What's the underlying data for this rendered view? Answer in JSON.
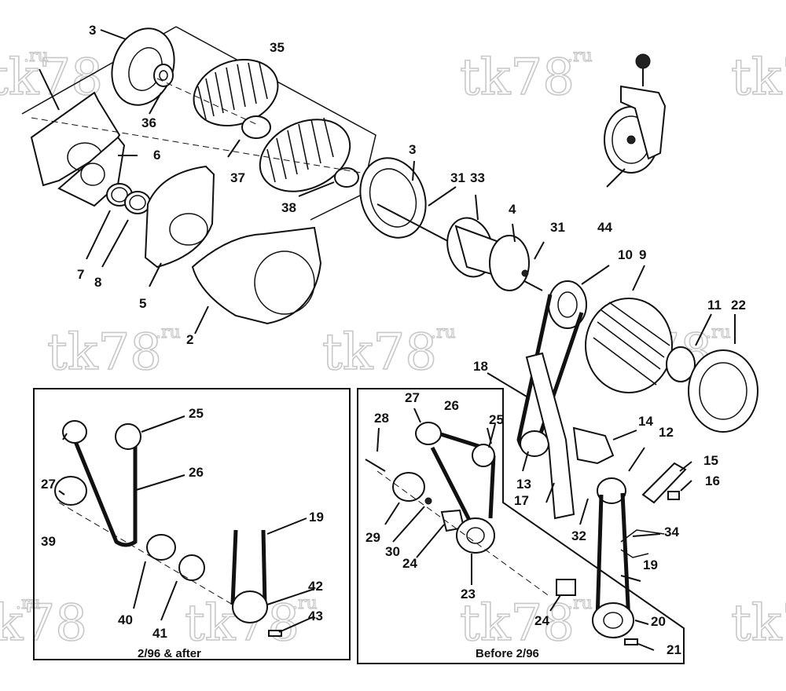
{
  "watermark": {
    "main": "tk78",
    "suffix": ".ru"
  },
  "captions": {
    "left_panel": "2/96 & after",
    "right_panel": "Before 2/96"
  },
  "callouts": {
    "c1": "3",
    "c2": "35",
    "c3": "36",
    "c4": "6",
    "c5": "37",
    "c6": "38",
    "c7": "7",
    "c8": "8",
    "c9": "5",
    "c10": "2",
    "c11": "3",
    "c12": "31",
    "c13": "33",
    "c14": "4",
    "c15": "31",
    "c16": "44",
    "c17": "10",
    "c18": "9",
    "c19": "11",
    "c20": "22",
    "c21": "18",
    "c22": "14",
    "c23": "12",
    "c24": "15",
    "c25": "16",
    "c26": "13",
    "c27": "17",
    "c28": "34",
    "c29": "32",
    "c30": "19",
    "c31": "20",
    "c32": "21",
    "c33": "24",
    "c34": "27",
    "c35": "26",
    "c36": "25",
    "c37": "28",
    "c38": "29",
    "c39": "30",
    "c40": "24",
    "c41": "23",
    "c42": "25",
    "c43": "27",
    "c44": "26",
    "c45": "39",
    "c46": "19",
    "c47": "40",
    "c48": "41",
    "c49": "42",
    "c50": "43"
  }
}
